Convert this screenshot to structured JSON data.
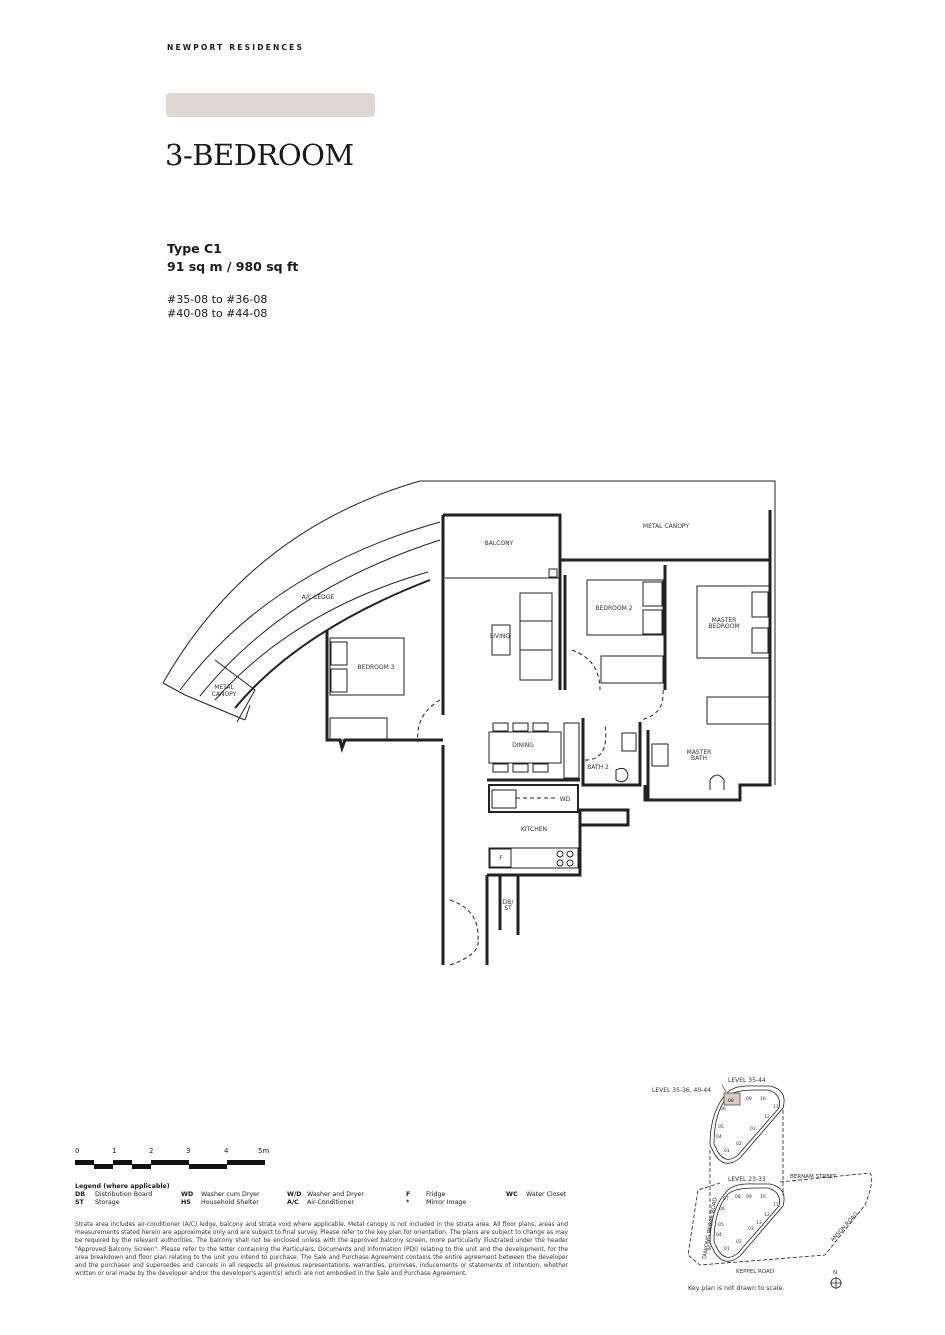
{
  "header": {
    "brand": "NEWPORT RESIDENCES",
    "title": "3-BEDROOM",
    "accent_color": "#e0d7d2"
  },
  "unit": {
    "type": "Type C1",
    "area": "91 sq m / 980 sq ft",
    "stacks": [
      "#35-08 to #36-08",
      "#40-08 to #44-08"
    ]
  },
  "rooms": {
    "metal_canopy_top": "METAL CANOPY",
    "balcony": "BALCONY",
    "ac_ledge": "A/C LEDGE",
    "bedroom2": "BEDROOM 2",
    "master_bedroom": [
      "MASTER",
      "BEDROOM"
    ],
    "living": "LIVING",
    "bedroom3": "BEDROOM 3",
    "metal_canopy_left": [
      "METAL",
      "CANOPY"
    ],
    "dining": "DINING",
    "bath2": "BATH 2",
    "master_bath": [
      "MASTER",
      "BATH"
    ],
    "wd": "WD",
    "kitchen": "KITCHEN",
    "fridge": "F",
    "dbst": [
      "DB/",
      "ST"
    ]
  },
  "scale": {
    "ticks": [
      "0",
      "1",
      "2",
      "3",
      "4",
      "5m"
    ]
  },
  "legend": {
    "heading": "Legend (where applicable)",
    "items": [
      {
        "abbr": "DB",
        "text": "Distribution Board"
      },
      {
        "abbr": "ST",
        "text": "Storage"
      },
      {
        "abbr": "WD",
        "text": "Washer cum Dryer"
      },
      {
        "abbr": "HS",
        "text": "Household Shelter"
      },
      {
        "abbr": "W/D",
        "text": "Washer and Dryer"
      },
      {
        "abbr": "A/C",
        "text": "Air-Conditioner"
      },
      {
        "abbr": "F",
        "text": "Fridge"
      },
      {
        "abbr": "*",
        "text": "Mirror Image"
      },
      {
        "abbr": "WC",
        "text": "Water Closet"
      }
    ]
  },
  "disclaimer": "Strata area includes air-conditioner (A/C) ledge, balcony and strata void where applicable. Metal canopy is not included in the strata area. All floor plans, areas and measurements stated herein are approximate only and are subject to final survey. Please refer to the key plan for orientation. The plans are subject to change as may be required by the relevant authorities. The balcony shall not be enclosed unless with the approved balcony screen, more particularly illustrated under the header \"Approved Balcony Screen\". Please refer to the letter containing the Particulars, Documents and Information (PDI) relating to the unit and the development, for the area breakdown and floor plan relating to the unit you intend to purchase. The Sale and Purchase Agreement contains the entire agreement between the developer and the purchaser and supersedes and cancels in all respects all previous representations, warranties, promises, inducements or statements of intention, whether written or oral made by the developer and/or the developer's agent(s) which are not embodied in the Sale and Purchase Agreement.",
  "keyplan": {
    "level_upper": "LEVEL  35-44",
    "level_highlight": "LEVEL 35-36, 40-44",
    "level_lower": "LEVEL  23-33",
    "roads": [
      "BERNAM STREET",
      "TANJONG PAGAR ROAD",
      "ANSON ROAD",
      "KEPPEL ROAD"
    ],
    "upper_units": [
      "08",
      "09",
      "10",
      "11",
      "12",
      "03",
      "06",
      "05",
      "04",
      "02",
      "01"
    ],
    "lower_units": [
      "07",
      "08",
      "09",
      "10",
      "11",
      "12",
      "13",
      "03",
      "06",
      "05",
      "04",
      "02",
      "01"
    ],
    "north": "N",
    "note": "Key plan is not drawn to scale.",
    "highlight_color": "#d9c9c2"
  }
}
